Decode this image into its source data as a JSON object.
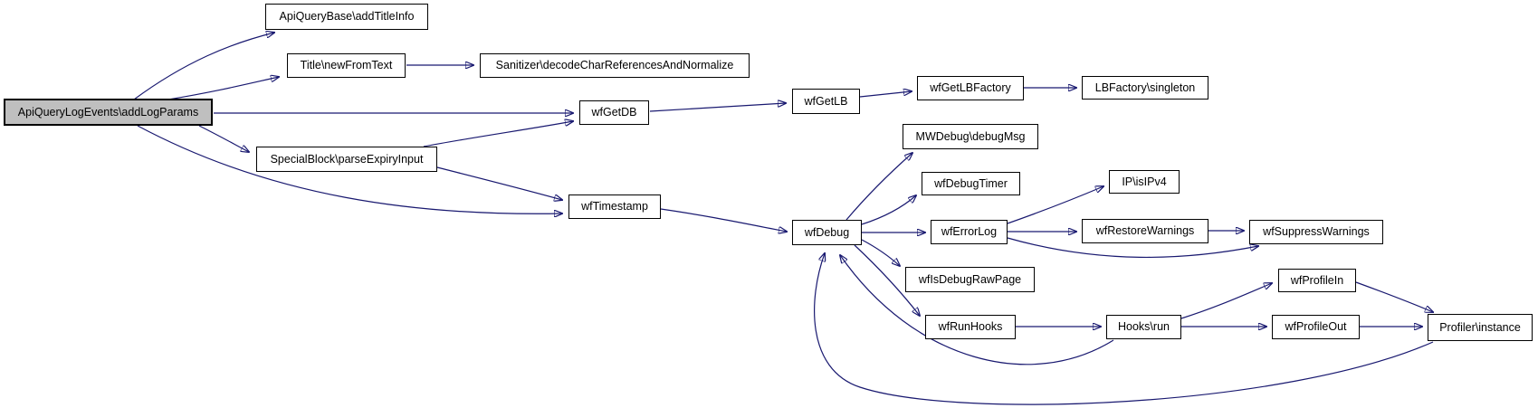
{
  "diagram": {
    "type": "call-graph",
    "background": "#ffffff",
    "node_fill": "#ffffff",
    "node_border_color": "#000000",
    "main_node_fill": "#bfbfbf",
    "edge_color": "#191970",
    "text_color": "#000000"
  },
  "nodes": [
    {
      "id": "addLogParams",
      "label": "ApiQueryLogEvents\\addLogParams",
      "main": true
    },
    {
      "id": "addTitleInfo",
      "label": "ApiQueryBase\\addTitleInfo"
    },
    {
      "id": "newFromText",
      "label": "Title\\newFromText"
    },
    {
      "id": "decodeCharRefs",
      "label": "Sanitizer\\decodeCharReferencesAndNormalize"
    },
    {
      "id": "wfGetDB",
      "label": "wfGetDB"
    },
    {
      "id": "wfGetLB",
      "label": "wfGetLB"
    },
    {
      "id": "wfGetLBFactory",
      "label": "wfGetLBFactory"
    },
    {
      "id": "lbFactorySingleton",
      "label": "LBFactory\\singleton"
    },
    {
      "id": "mwDebugMsg",
      "label": "MWDebug\\debugMsg"
    },
    {
      "id": "parseExpiryInput",
      "label": "SpecialBlock\\parseExpiryInput"
    },
    {
      "id": "wfTimestamp",
      "label": "wfTimestamp"
    },
    {
      "id": "wfDebug",
      "label": "wfDebug"
    },
    {
      "id": "wfDebugTimer",
      "label": "wfDebugTimer"
    },
    {
      "id": "ipIsIPv4",
      "label": "IP\\isIPv4"
    },
    {
      "id": "wfErrorLog",
      "label": "wfErrorLog"
    },
    {
      "id": "wfRestoreWarnings",
      "label": "wfRestoreWarnings"
    },
    {
      "id": "wfSuppressWarnings",
      "label": "wfSuppressWarnings"
    },
    {
      "id": "wfIsDebugRawPage",
      "label": "wfIsDebugRawPage"
    },
    {
      "id": "wfRunHooks",
      "label": "wfRunHooks"
    },
    {
      "id": "hooksRun",
      "label": "Hooks\\run"
    },
    {
      "id": "wfProfileIn",
      "label": "wfProfileIn"
    },
    {
      "id": "wfProfileOut",
      "label": "wfProfileOut"
    },
    {
      "id": "profilerInstance",
      "label": "Profiler\\instance"
    }
  ],
  "edges": [
    {
      "from": "ApiQueryLogEvents\\addLogParams",
      "to": "ApiQueryBase\\addTitleInfo"
    },
    {
      "from": "ApiQueryLogEvents\\addLogParams",
      "to": "Title\\newFromText"
    },
    {
      "from": "ApiQueryLogEvents\\addLogParams",
      "to": "wfGetDB"
    },
    {
      "from": "ApiQueryLogEvents\\addLogParams",
      "to": "SpecialBlock\\parseExpiryInput"
    },
    {
      "from": "ApiQueryLogEvents\\addLogParams",
      "to": "wfTimestamp"
    },
    {
      "from": "Title\\newFromText",
      "to": "Sanitizer\\decodeCharReferencesAndNormalize"
    },
    {
      "from": "SpecialBlock\\parseExpiryInput",
      "to": "wfGetDB"
    },
    {
      "from": "SpecialBlock\\parseExpiryInput",
      "to": "wfTimestamp"
    },
    {
      "from": "wfGetDB",
      "to": "wfGetLB"
    },
    {
      "from": "wfGetLB",
      "to": "wfGetLBFactory"
    },
    {
      "from": "wfGetLBFactory",
      "to": "LBFactory\\singleton"
    },
    {
      "from": "wfTimestamp",
      "to": "wfDebug"
    },
    {
      "from": "wfDebug",
      "to": "MWDebug\\debugMsg"
    },
    {
      "from": "wfDebug",
      "to": "wfDebugTimer"
    },
    {
      "from": "wfDebug",
      "to": "wfErrorLog"
    },
    {
      "from": "wfDebug",
      "to": "wfIsDebugRawPage"
    },
    {
      "from": "wfDebug",
      "to": "wfRunHooks"
    },
    {
      "from": "wfErrorLog",
      "to": "IP\\isIPv4"
    },
    {
      "from": "wfErrorLog",
      "to": "wfRestoreWarnings"
    },
    {
      "from": "wfErrorLog",
      "to": "wfSuppressWarnings"
    },
    {
      "from": "wfRestoreWarnings",
      "to": "wfSuppressWarnings"
    },
    {
      "from": "wfRunHooks",
      "to": "Hooks\\run"
    },
    {
      "from": "Hooks\\run",
      "to": "wfProfileIn"
    },
    {
      "from": "Hooks\\run",
      "to": "wfProfileOut"
    },
    {
      "from": "Hooks\\run",
      "to": "wfDebug"
    },
    {
      "from": "wfProfileIn",
      "to": "Profiler\\instance"
    },
    {
      "from": "wfProfileOut",
      "to": "Profiler\\instance"
    },
    {
      "from": "Profiler\\instance",
      "to": "wfDebug"
    }
  ]
}
